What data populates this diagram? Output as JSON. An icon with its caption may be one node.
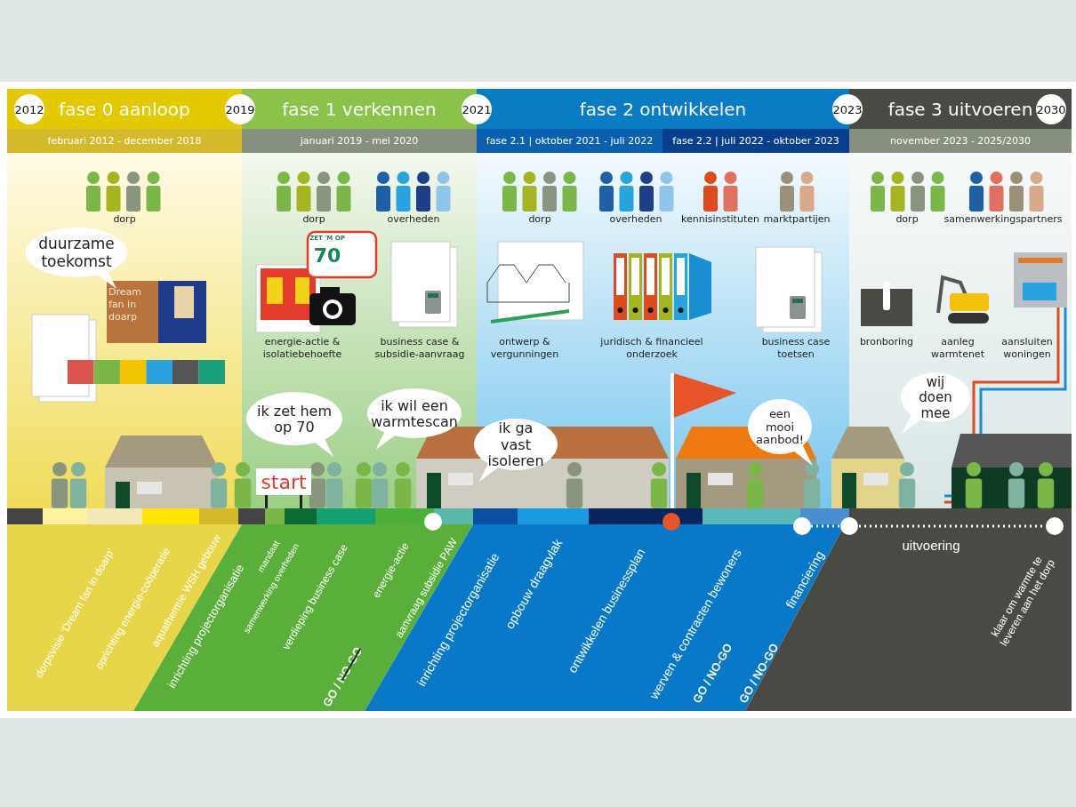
{
  "diagram": {
    "nodes": [
      {
        "text": [
          "fase 0 aanloop"
        ]
      },
      {
        "text": [
          "2012"
        ],
        "in": 0
      },
      {
        "text": [
          "februari 2012 - december 2018"
        ]
      },
      {
        "text": [
          "fase 1 verkennen"
        ]
      },
      {
        "text": [
          "2019"
        ]
      },
      {
        "text": [
          "januari 2019 - mei 2020"
        ]
      },
      {
        "text": [
          "fase 2 ontwikkelen"
        ]
      },
      {
        "text": [
          "2021"
        ]
      },
      {
        "text": [
          "fase 2.1 | oktober 2021 - juli 2022"
        ]
      },
      {
        "text": [
          "fase 2.2 | juli 2022 - oktober 2023"
        ]
      },
      {
        "text": [
          "fase 3 uitvoeren"
        ]
      },
      {
        "text": [
          "2023"
        ]
      },
      {
        "text": [
          "2030"
        ],
        "in": 10
      },
      {
        "text": [
          "november 2023 - 2025/2030"
        ]
      },
      {
        "text": [
          "duurzame toekomst"
        ]
      },
      {
        "text": [
          "ik zet hem op 70"
        ]
      },
      {
        "text": [
          "ik wil een warmtescan"
        ]
      },
      {
        "text": [
          "ik ga vast isoleren"
        ]
      },
      {
        "text": [
          "een mooi aanbod!"
        ]
      },
      {
        "text": [
          "wij doen mee"
        ]
      },
      {
        "text": [
          "start"
        ]
      },
      {
        "text": [
          "dorpsvisie ‘Dream fan in doarp’",
          "oprichting energie-coöperatie",
          "aquathermie WSH gebouw"
        ]
      },
      {
        "text": [
          "inrichting projectorganisatie",
          "mandaat",
          "samenwerking overheden",
          "verdieping business case",
          "energie-actie",
          "aanvraag subsidie PAW",
          "GO / NO-GO"
        ]
      },
      {
        "text": [
          "inrichting projectorganisatie",
          "opbouw draagvlak",
          "ontwikkelen businessplan",
          "werven & contracten bewoners",
          "GO / NO-GO",
          "financiering",
          "GO / NO-GO"
        ]
      },
      {
        "text": [
          "uitvoering",
          "klaar om warmte te leveren aan het dorp"
        ]
      }
    ],
    "labels": [
      "dorp",
      "dorp",
      "overheden",
      "dorp",
      "overheden",
      "kennisinstituten",
      "marktpartijen",
      "dorp",
      "samenwerkingspartners",
      "Dream fan in doarp",
      "ZET 'M OP",
      "70",
      "energie-actie & isolatiebehoefte",
      "business case & subsidie-aanvraag",
      "ontwerp & vergunningen",
      "juridisch & financieel onderzoek",
      "business case toetsen",
      "bronboring",
      "aanleg warmtenet",
      "aansluiten woningen"
    ]
  }
}
